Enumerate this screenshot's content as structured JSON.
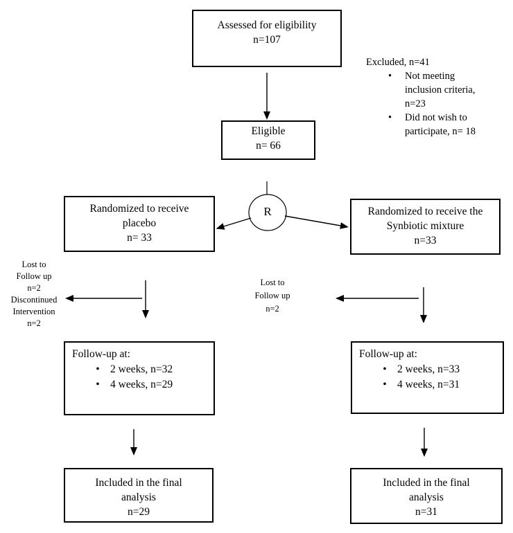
{
  "diagram": {
    "bullet_glyph": "•",
    "assessed": {
      "line1": "Assessed for eligibility",
      "line2": "n=107"
    },
    "excluded": {
      "title": "Excluded, n=41",
      "bullets": [
        "Not meeting inclusion criteria, n=23",
        "Did not wish to participate, n= 18"
      ]
    },
    "eligible": {
      "line1": "Eligible",
      "line2": "n= 66"
    },
    "randomization_symbol": "R",
    "arm_left": {
      "line1": "Randomized to receive",
      "line2": "placebo",
      "line3": "n= 33"
    },
    "arm_right": {
      "line1": "Randomized to receive the",
      "line2": "Synbiotic mixture",
      "line3": "n=33"
    },
    "lost_left": {
      "lines": [
        "Lost to",
        "Follow up",
        "n=2",
        "Discontinued",
        "Intervention",
        "n=2"
      ]
    },
    "lost_right": {
      "lines": [
        "Lost to",
        "Follow up",
        "n=2"
      ]
    },
    "followup_left": {
      "title": "Follow-up at:",
      "bullets": [
        "2 weeks, n=32",
        "4 weeks, n=29"
      ]
    },
    "followup_right": {
      "title": "Follow-up at:",
      "bullets": [
        "2 weeks, n=33",
        "4 weeks, n=31"
      ]
    },
    "final_left": {
      "line1": "Included in the final",
      "line2": "analysis",
      "line3": "n=29"
    },
    "final_right": {
      "line1": "Included in the final",
      "line2": "analysis",
      "line3": "n=31"
    }
  },
  "colors": {
    "ink": "#000000",
    "background": "#ffffff"
  }
}
